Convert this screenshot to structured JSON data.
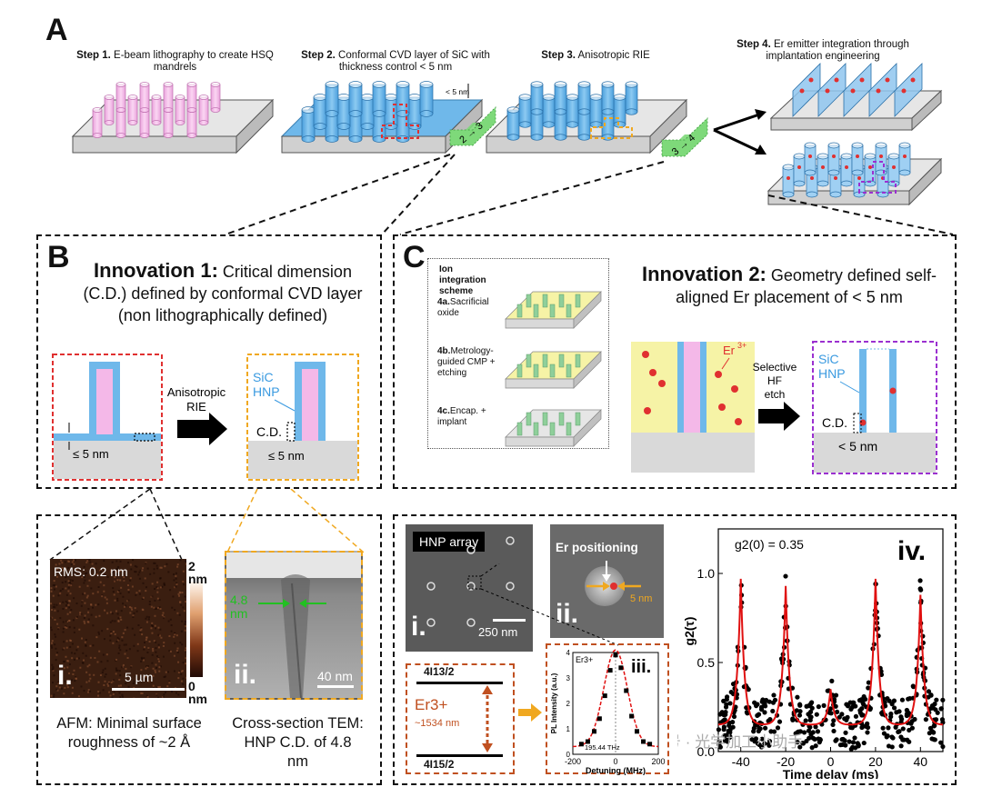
{
  "panel_a": {
    "letter": "A",
    "step1": {
      "num": "Step 1.",
      "text": " E-beam lithography to create HSQ mandrels"
    },
    "step2": {
      "num": "Step 2.",
      "text": " Conformal CVD layer of SiC with thickness control < 5 nm"
    },
    "step3": {
      "num": "Step 3.",
      "text": " Anisotropic RIE"
    },
    "step4": {
      "num": "Step 4.",
      "text": " Er emitter integration through implantation engineering"
    },
    "thickness_label": "< 5 nm",
    "transition_23": "2 → 3",
    "transition_34": "3 → 4"
  },
  "panel_b": {
    "letter": "B",
    "innovation_title": "Innovation 1:",
    "innovation_text": " Critical dimension (C.D.) defined by conformal CVD layer (non lithographically defined)",
    "left_thickness": "≤ 5 nm",
    "arrow_label_1": "Anisotropic",
    "arrow_label_2": "RIE",
    "sic": "SiC",
    "hnp": "HNP",
    "cd": "C.D.",
    "right_thickness": "≤ 5 nm"
  },
  "panel_c": {
    "letter": "C",
    "scheme_title": "Ion integration scheme",
    "scheme_4a_num": "4a.",
    "scheme_4a": "Sacrificial oxide",
    "scheme_4b_num": "4b.",
    "scheme_4b": "Metrology-guided CMP + etching",
    "scheme_4c_num": "4c.",
    "scheme_4c": "Encap. + implant",
    "innovation_title": "Innovation 2:",
    "innovation_text": " Geometry defined self-aligned Er placement of < 5 nm",
    "er_label": "Er",
    "er_sup": "3+",
    "etch_1": "Selective",
    "etch_2": "HF",
    "etch_3": "etch",
    "sic": "SiC",
    "hnp": "HNP",
    "cd": "C.D.",
    "right_thickness": "< 5 nm"
  },
  "panel_bottom_left": {
    "afm_rms": "RMS: 0.2 nm",
    "afm_scale": "5 µm",
    "afm_label": "i.",
    "colorbar_top": "2",
    "colorbar_bottom": "0",
    "colorbar_unit": "nm",
    "afm_caption": "AFM: Minimal surface roughness of ~2 Å",
    "tem_width": "4.8",
    "tem_unit": "nm",
    "tem_scale": "40 nm",
    "tem_label": "ii.",
    "tem_caption": "Cross-section TEM: HNP C.D. of 4.8 nm"
  },
  "panel_bottom_right": {
    "hnp_array": "HNP array",
    "scale_250": "250 nm",
    "label_i": "i.",
    "er_positioning": "Er positioning",
    "five_nm": "5 nm",
    "label_ii": "ii.",
    "level_upper": "4I13/2",
    "level_lower": "4I15/2",
    "er_ion": "Er3+",
    "wavelength": "~1534 nm",
    "inset_er": "Er3+",
    "inset_label": "iii.",
    "inset_freq": "195.44 THz",
    "inset_ylabel": "PL Intensity (a.u.)",
    "inset_xlabel": "Detuning (MHz)",
    "g2_annotation": "g2(0) = 0.35",
    "label_iv": "iv.",
    "watermark": "众号 · 光学加工小助手"
  },
  "chart_data": [
    {
      "type": "scatter",
      "title": "",
      "xlabel": "Detuning (MHz)",
      "ylabel": "PL Intensity (a.u.)",
      "xlim": [
        -200,
        200
      ],
      "ylim": [
        0,
        4
      ],
      "xticks": [
        -200,
        0,
        200
      ],
      "yticks": [
        0,
        1,
        2,
        3,
        4
      ],
      "x": [
        -160,
        -130,
        -100,
        -75,
        -50,
        -25,
        0,
        25,
        50,
        75,
        100,
        130,
        160
      ],
      "y": [
        0.4,
        0.5,
        0.9,
        1.4,
        2.3,
        3.3,
        3.9,
        3.4,
        2.5,
        1.5,
        0.9,
        0.5,
        0.4
      ],
      "fit_color": "#e01010"
    },
    {
      "type": "scatter",
      "title": "",
      "xlabel": "Time delay (ms)",
      "ylabel": "g2(τ)",
      "xlim": [
        -50,
        50
      ],
      "ylim": [
        0,
        1.25
      ],
      "xticks": [
        -40,
        -20,
        0,
        20,
        40
      ],
      "yticks": [
        0.0,
        0.5,
        1.0
      ],
      "peaks_x": [
        -40,
        -20,
        0,
        20,
        40
      ],
      "peaks_y": [
        0.97,
        0.93,
        0.35,
        0.97,
        0.88
      ],
      "baseline": 0.15,
      "fit_color": "#e01010"
    }
  ],
  "colors": {
    "hsq_pink": "#f4b8e8",
    "sic_blue": "#6fb8ea",
    "substrate_gray": "#d9d9d9",
    "oxide_yellow": "#f6f3a6",
    "green_transition": "#7ed97a",
    "red_dash": "#e03030",
    "orange_dash": "#f0a820",
    "purple_dash": "#9b30d0",
    "brown_dash": "#c05020",
    "er_red": "#e03030"
  }
}
